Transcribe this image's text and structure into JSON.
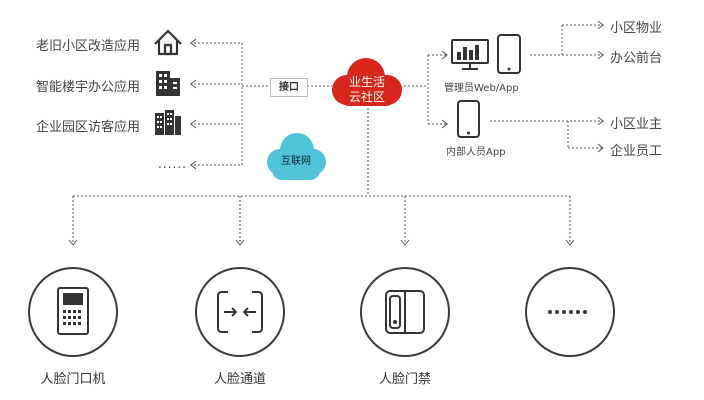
{
  "left_apps": [
    {
      "label": "老旧小区改造应用",
      "icon": "house-icon"
    },
    {
      "label": "智能楼宇办公应用",
      "icon": "building-icon"
    },
    {
      "label": "企业园区访客应用",
      "icon": "office-park-icon"
    },
    {
      "label": "......",
      "icon": ""
    }
  ],
  "interface_label": "接口",
  "center_cloud": {
    "line1": "业生活",
    "line2": "云社区",
    "color": "#d9261c"
  },
  "internet_cloud": {
    "label": "互联网",
    "color": "#4fc3d9"
  },
  "right_top": {
    "caption": "管理员Web/App",
    "targets": [
      "小区物业",
      "办公前台"
    ]
  },
  "right_bottom": {
    "caption": "内部人员App",
    "targets": [
      "小区业主",
      "企业员工"
    ]
  },
  "devices": [
    {
      "label": "人脸门口机",
      "icon": "door-intercom-icon"
    },
    {
      "label": "人脸通道",
      "icon": "turnstile-channel-icon"
    },
    {
      "label": "人脸门禁",
      "icon": "door-access-icon"
    },
    {
      "label": "",
      "icon": "more-dots-icon"
    }
  ]
}
